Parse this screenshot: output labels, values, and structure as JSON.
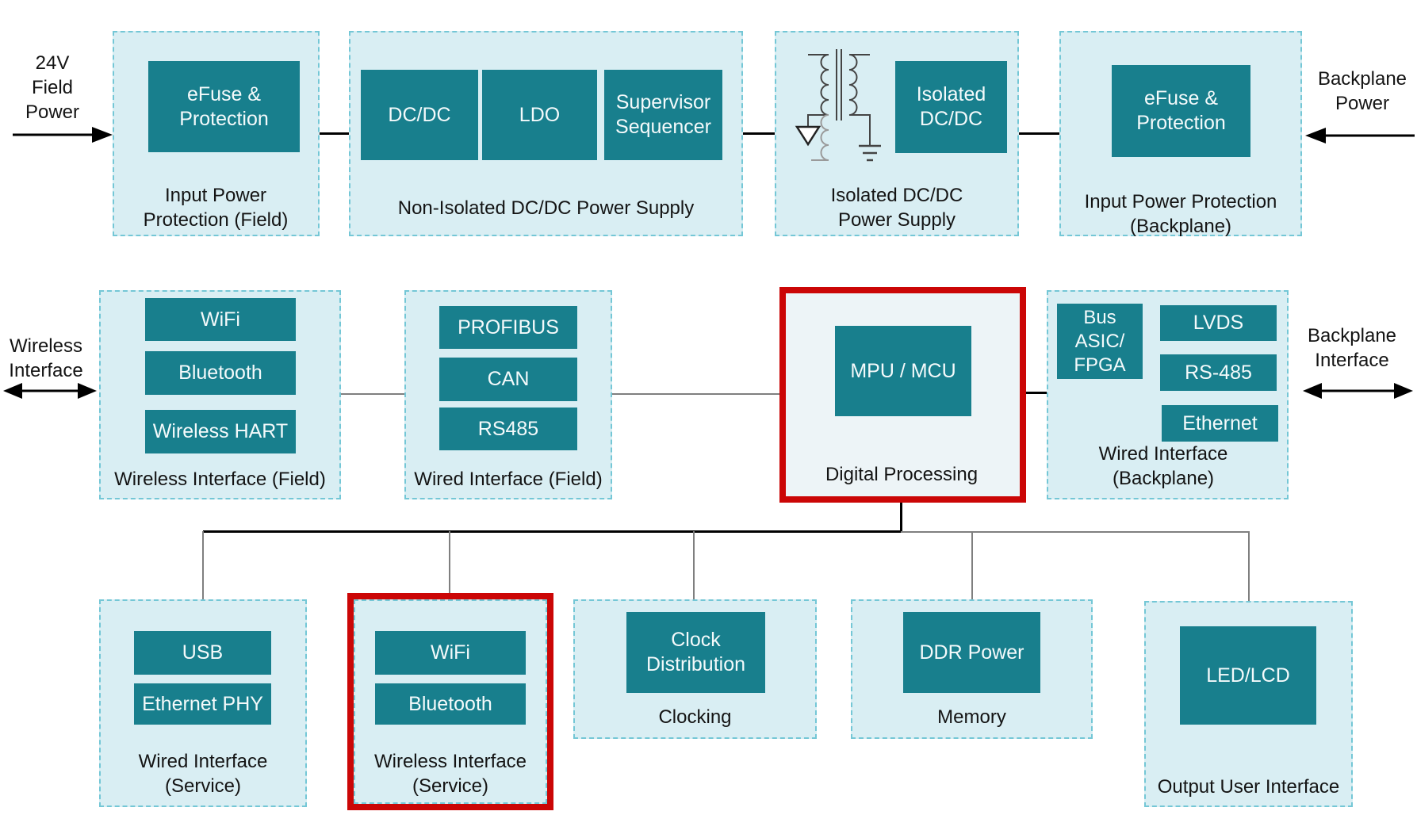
{
  "colors": {
    "block_teal": "#187f8d",
    "container_fill": "#d9eef3",
    "highlight_container_fill": "#edf4f7",
    "dashed_border": "#74c7d6",
    "highlight_red": "#cb0606",
    "connector_black": "#000000",
    "connector_gray": "#7f7f7f"
  },
  "annotations": {
    "field_power": "24V Field Power",
    "backplane_power": "Backplane Power",
    "wireless_interface": "Wireless Interface",
    "backplane_interface": "Backplane Interface"
  },
  "groups": {
    "input_power_field": {
      "label": "Input Power Protection (Field)",
      "highlighted": false,
      "blocks": {
        "efuse": "eFuse & Protection"
      }
    },
    "non_isolated_supply": {
      "label": "Non-Isolated DC/DC Power Supply",
      "highlighted": false,
      "blocks": {
        "dcdc": "DC/DC",
        "ldo": "LDO",
        "supervisor": "Supervisor Sequencer"
      }
    },
    "isolated_supply": {
      "label": "Isolated DC/DC Power Supply",
      "icon": "isolation-transformer-icon",
      "highlighted": false,
      "blocks": {
        "isolated_dcdc": "Isolated DC/DC"
      }
    },
    "input_power_backplane": {
      "label": "Input Power Protection (Backplane)",
      "highlighted": false,
      "blocks": {
        "efuse": "eFuse & Protection"
      }
    },
    "wireless_field": {
      "label": "Wireless Interface (Field)",
      "highlighted": false,
      "blocks": {
        "wifi": "WiFi",
        "bluetooth": "Bluetooth",
        "wireless_hart": "Wireless HART"
      }
    },
    "wired_field": {
      "label": "Wired Interface (Field)",
      "highlighted": false,
      "blocks": {
        "profibus": "PROFIBUS",
        "can": "CAN",
        "rs485": "RS485"
      }
    },
    "digital_processing": {
      "label": "Digital Processing",
      "highlighted": true,
      "blocks": {
        "mpu": "MPU / MCU"
      }
    },
    "wired_backplane": {
      "label": "Wired Interface (Backplane)",
      "highlighted": false,
      "blocks": {
        "bus_asic": "Bus ASIC/ FPGA",
        "lvds": "LVDS",
        "rs485": "RS-485",
        "ethernet": "Ethernet"
      }
    },
    "wired_service": {
      "label": "Wired Interface (Service)",
      "highlighted": false,
      "blocks": {
        "usb": "USB",
        "ethernet_phy": "Ethernet PHY"
      }
    },
    "wireless_service": {
      "label": "Wireless Interface (Service)",
      "highlighted": true,
      "blocks": {
        "wifi": "WiFi",
        "bluetooth": "Bluetooth"
      }
    },
    "clocking": {
      "label": "Clocking",
      "highlighted": false,
      "blocks": {
        "clock_distribution": "Clock Distribution"
      }
    },
    "memory": {
      "label": "Memory",
      "highlighted": false,
      "blocks": {
        "ddr_power": "DDR Power"
      }
    },
    "output_user_interface": {
      "label": "Output User Interface",
      "highlighted": false,
      "blocks": {
        "led_lcd": "LED/LCD"
      }
    }
  }
}
